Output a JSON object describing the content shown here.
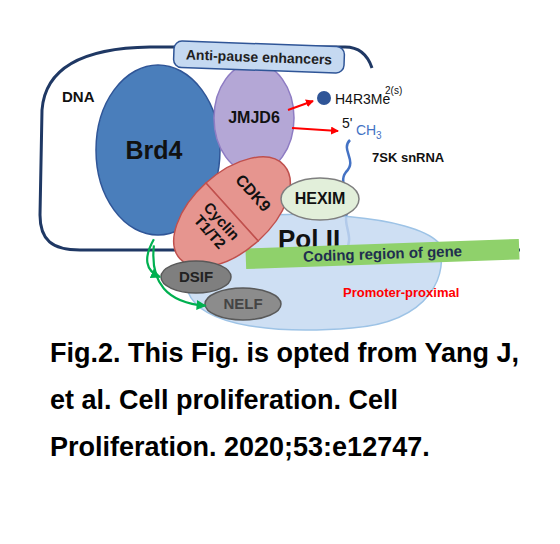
{
  "diagram": {
    "caption": "Fig.2. This Fig. is opted from Yang J, et al. Cell proliferation. Cell Proliferation. 2020;53:e12747.",
    "nodes": [
      {
        "text": [
          "Anti-pause enhancers"
        ]
      },
      {
        "text": [
          "Brd4"
        ]
      },
      {
        "text": [
          "JMJD6"
        ]
      },
      {
        "text": [
          "CDK9"
        ]
      },
      {
        "text": [
          "Cyclin T1/T2"
        ]
      },
      {
        "text": [
          "HEXIM"
        ]
      },
      {
        "text": [
          "Pol II"
        ]
      },
      {
        "text": [
          "Coding region of gene"
        ]
      },
      {
        "text": [
          "DSIF"
        ]
      },
      {
        "text": [
          "NELF"
        ]
      }
    ],
    "edges": [
      {
        "from": 4,
        "to": 8,
        "arrow": "to"
      },
      {
        "from": 4,
        "to": 9,
        "arrow": "to"
      }
    ],
    "labels": [
      "DNA",
      "H4R3Me",
      "2(s)",
      "5'",
      "CH",
      "3",
      "7SK snRNA",
      "Promoter-proximal"
    ]
  }
}
